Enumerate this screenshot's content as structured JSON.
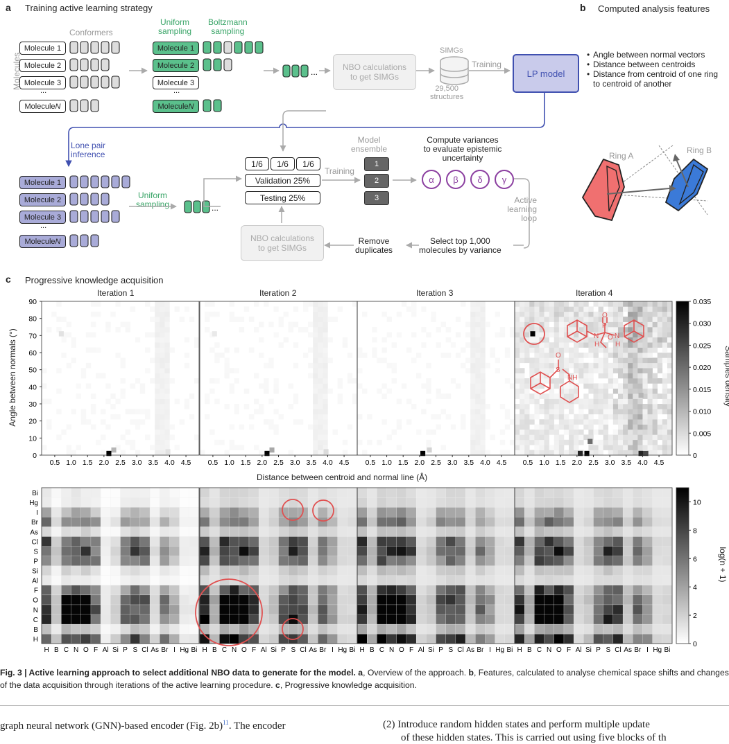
{
  "panel_a": {
    "letter": "a",
    "title": "Training active learning strategy",
    "vertical_label": "Molecules",
    "conformers_label": "Conformers",
    "uniform_sampling": "Uniform\nsampling",
    "boltzmann_sampling": "Boltzmann\nsampling",
    "molecules": [
      "Molecule 1",
      "Molecule 2",
      "Molecule 3",
      "...",
      "Molecule N"
    ],
    "nbo_box": "NBO calculations\nto get SIMGs",
    "simgs_label": "SIMGs",
    "structures_label": "29,500\nstructures",
    "training_label": "Training",
    "lp_model": "LP model",
    "lone_pair_inference": "Lone pair\ninference",
    "uniform_sampling_2": "Uniform\nsampling",
    "splits": [
      "1/6",
      "1/6",
      "1/6"
    ],
    "validation": "Validation 25%",
    "testing": "Testing 25%",
    "training_label_2": "Training",
    "model_ensemble": "Model\nensemble",
    "ensemble_items": [
      "1",
      "2",
      "3"
    ],
    "compute_variances": "Compute variances\nto evaluate epistemic\nuncertainty",
    "greek": [
      "α",
      "β",
      "δ",
      "γ"
    ],
    "active_loop": "Active\nlearning\nloop",
    "select_top": "Select top 1,000\nmolecules by variance",
    "remove_duplicates": "Remove\nduplicates",
    "nbo_box_2": "NBO calculations\nto get SIMGs"
  },
  "panel_b": {
    "letter": "b",
    "title": "Computed analysis features",
    "features": [
      "Angle between normal vectors",
      "Distance between centroids",
      "Distance from centroid of one ring to centroid of another"
    ],
    "ring_a": "Ring A",
    "ring_b": "Ring B",
    "colors": {
      "ring_a": "#f07070",
      "ring_b": "#3b7ad8"
    }
  },
  "panel_c": {
    "letter": "c",
    "title": "Progressive knowledge acquisition",
    "iterations": [
      "Iteration 1",
      "Iteration 2",
      "Iteration 3",
      "Iteration 4"
    ],
    "top_ylabel": "Angle between normals (°)",
    "top_xlabel": "Distance between centroid and normal line (Å)",
    "top_yticks": [
      "0",
      "10",
      "20",
      "30",
      "40",
      "50",
      "60",
      "70",
      "80",
      "90"
    ],
    "top_xticks": [
      "0.5",
      "1.0",
      "1.5",
      "2.0",
      "2.5",
      "3.0",
      "3.5",
      "4.0",
      "4.5"
    ],
    "top_colorbar_label": "Samples density",
    "top_colorbar_ticks": [
      "0",
      "0.005",
      "0.010",
      "0.015",
      "0.020",
      "0.025",
      "0.030",
      "0.035"
    ],
    "elements": [
      "H",
      "B",
      "C",
      "N",
      "O",
      "F",
      "Al",
      "Si",
      "P",
      "S",
      "Cl",
      "As",
      "Br",
      "I",
      "Hg",
      "Bi"
    ],
    "bottom_colorbar_label": "log(n + 1)",
    "bottom_colorbar_ticks": [
      "0",
      "2",
      "4",
      "6",
      "8",
      "10"
    ]
  },
  "chart_data": [
    {
      "type": "heatmap",
      "title": "Iteration 1",
      "xlabel": "Distance between centroid and normal line (Å)",
      "ylabel": "Angle between normals (°)",
      "xlim": [
        0.1,
        4.9
      ],
      "ylim": [
        0,
        90
      ],
      "hotspots": [
        {
          "x": 2.15,
          "y": 1,
          "density": 0.035
        },
        {
          "x": 2.3,
          "y": 3,
          "density": 0.01
        },
        {
          "x": 0.7,
          "y": 71,
          "density": 0.004
        },
        {
          "x": 3.95,
          "y": 2,
          "density": 0.004
        }
      ]
    },
    {
      "type": "heatmap",
      "title": "Iteration 2",
      "xlim": [
        0.1,
        4.9
      ],
      "ylim": [
        0,
        90
      ],
      "hotspots": [
        {
          "x": 2.15,
          "y": 1,
          "density": 0.035
        },
        {
          "x": 2.3,
          "y": 3,
          "density": 0.012
        },
        {
          "x": 0.55,
          "y": 71,
          "density": 0.003
        },
        {
          "x": 3.95,
          "y": 2,
          "density": 0.005
        }
      ]
    },
    {
      "type": "heatmap",
      "title": "Iteration 3",
      "xlim": [
        0.1,
        4.9
      ],
      "ylim": [
        0,
        90
      ],
      "hotspots": [
        {
          "x": 2.1,
          "y": 1,
          "density": 0.035
        },
        {
          "x": 2.3,
          "y": 3,
          "density": 0.006
        }
      ]
    },
    {
      "type": "heatmap",
      "title": "Iteration 4",
      "xlim": [
        0.1,
        4.9
      ],
      "ylim": [
        0,
        90
      ],
      "hotspots": [
        {
          "x": 0.65,
          "y": 71,
          "density": 0.035
        },
        {
          "x": 2.3,
          "y": 1,
          "density": 0.035
        },
        {
          "x": 2.1,
          "y": 1,
          "density": 0.03
        },
        {
          "x": 3.95,
          "y": 1,
          "density": 0.03
        },
        {
          "x": 4.1,
          "y": 1,
          "density": 0.025
        },
        {
          "x": 2.4,
          "y": 8,
          "density": 0.02
        },
        {
          "x": 3.95,
          "y": 35,
          "density": 0.01
        }
      ]
    }
  ],
  "caption": {
    "label": "Fig. 3 | Active learning approach to select additional NBO data to generate for the model.",
    "a_bold": "a",
    "a_text": ", Overview of the approach. ",
    "b_bold": "b",
    "b_text": ", Features, calculated to analyse chemical space shifts and changes of the data acquisition through iterations of the active learning procedure. ",
    "c_bold": "c",
    "c_text": ", Progressive knowledge acquisition."
  },
  "body": {
    "left": "graph neural network (GNN)-based encoder (Fig. 2b)",
    "left_ref": "11",
    "left_tail": ". The encoder",
    "right": "(2) Introduce random hidden states and perform multiple update",
    "right2": "of these hidden states. This is carried out using five blocks of th"
  }
}
